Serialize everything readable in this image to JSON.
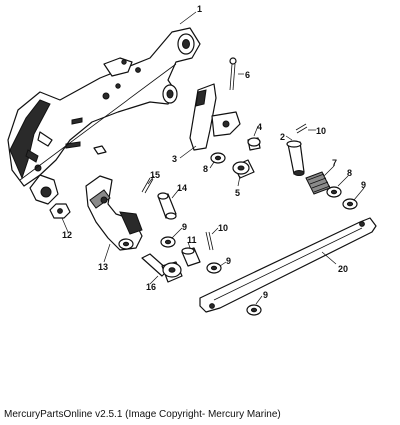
{
  "caption": "MercuryPartsOnline v2.5.1 (Image Copyright- Mercury Marine)",
  "callouts": [
    "1",
    "2",
    "3",
    "4",
    "5",
    "6",
    "7",
    "8",
    "8",
    "9",
    "9",
    "9",
    "9",
    "10",
    "10",
    "11",
    "12",
    "13",
    "14",
    "15",
    "16",
    "20"
  ]
}
